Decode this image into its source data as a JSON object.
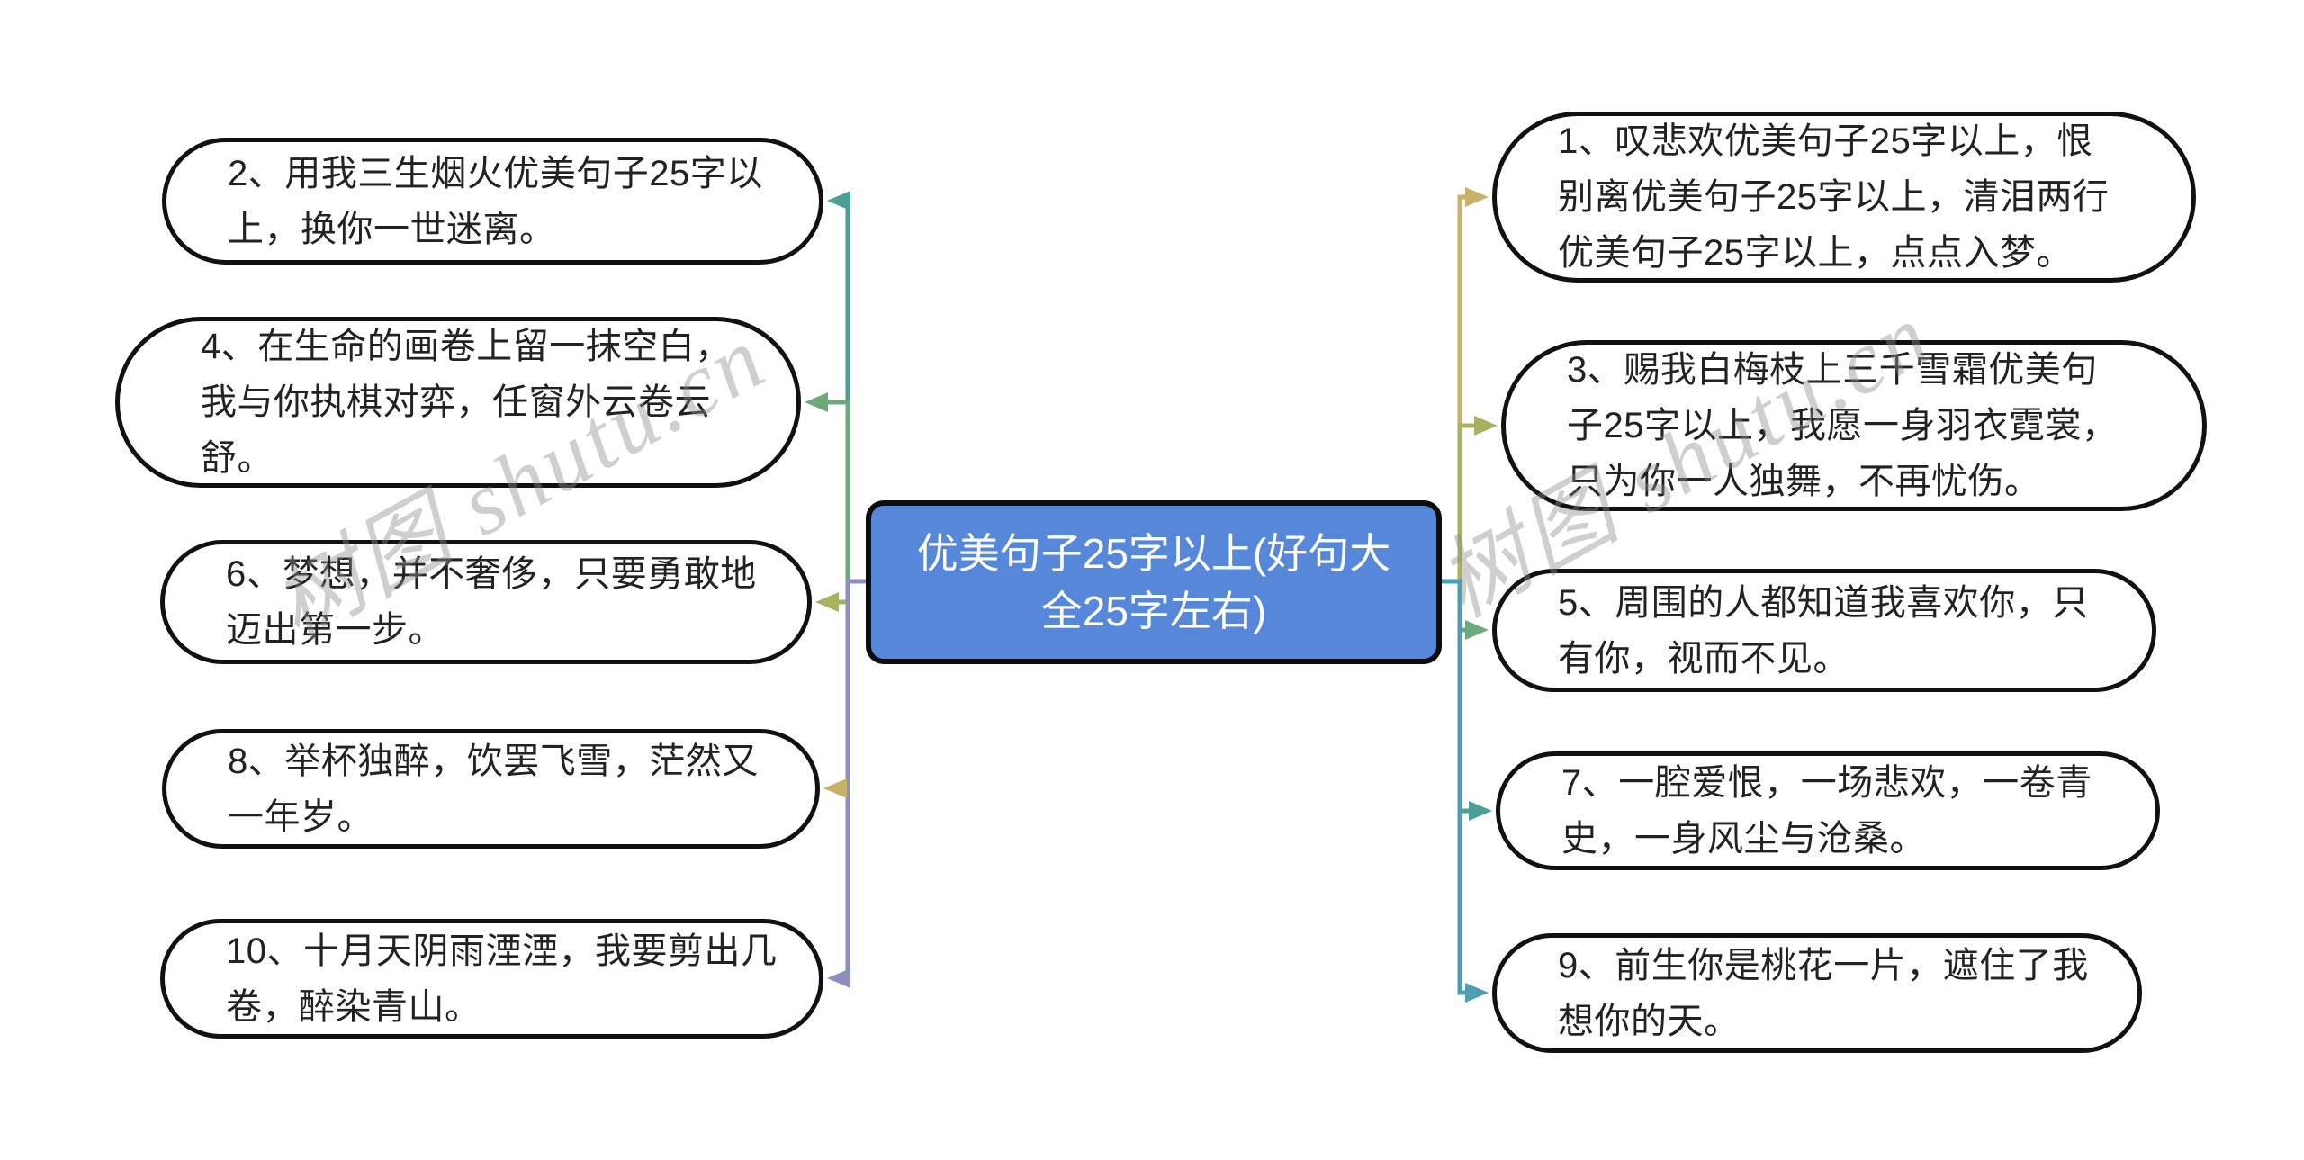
{
  "diagram_title": "优美句子25字以上(好句大全25字左右)",
  "center_node": {
    "label": "优美句子25字以上(好句大全25字左右)",
    "fill": "#5687D8",
    "border_color": "#0d0d0d",
    "text_color": "#ffffff"
  },
  "styles": {
    "bubble_fill": "#ffffff",
    "bubble_border": "#111111",
    "bubble_text_color": "#222222",
    "background": "#ffffff"
  },
  "watermark": {
    "text": "树图 shutu.cn",
    "color": "#8c8c8c"
  },
  "left_branches": [
    {
      "label": "2、用我三生烟火优美句子25字以上，换你一世迷离。",
      "color": "#4BA095"
    },
    {
      "label": "4、在生命的画卷上留一抹空白，我与你执棋对弈，任窗外云卷云舒。",
      "color": "#6EA97C"
    },
    {
      "label": "6、梦想，并不奢侈，只要勇敢地迈出第一步。",
      "color": "#A9B05E"
    },
    {
      "label": "8、举杯独醉，饮罢飞雪，茫然又一年岁。",
      "color": "#C9B168"
    },
    {
      "label": "10、十月天阴雨湮湮，我要剪出几卷，醉染青山。",
      "color": "#8D90BD"
    }
  ],
  "right_branches": [
    {
      "label": "1、叹悲欢优美句子25字以上，恨别离优美句子25字以上，清泪两行优美句子25字以上，点点入梦。",
      "color": "#C9B168"
    },
    {
      "label": "3、赐我白梅枝上三千雪霜优美句子25字以上，我愿一身羽衣霓裳，只为你一人独舞，不再忧伤。",
      "color": "#A9B05E"
    },
    {
      "label": "5、周围的人都知道我喜欢你，只有你，视而不见。",
      "color": "#6EA97C"
    },
    {
      "label": "7、一腔爱恨，一场悲欢，一卷青史，一身风尘与沧桑。",
      "color": "#4BA095"
    },
    {
      "label": "9、前生你是桃花一片，遮住了我想你的天。",
      "color": "#4F9DB0"
    }
  ]
}
